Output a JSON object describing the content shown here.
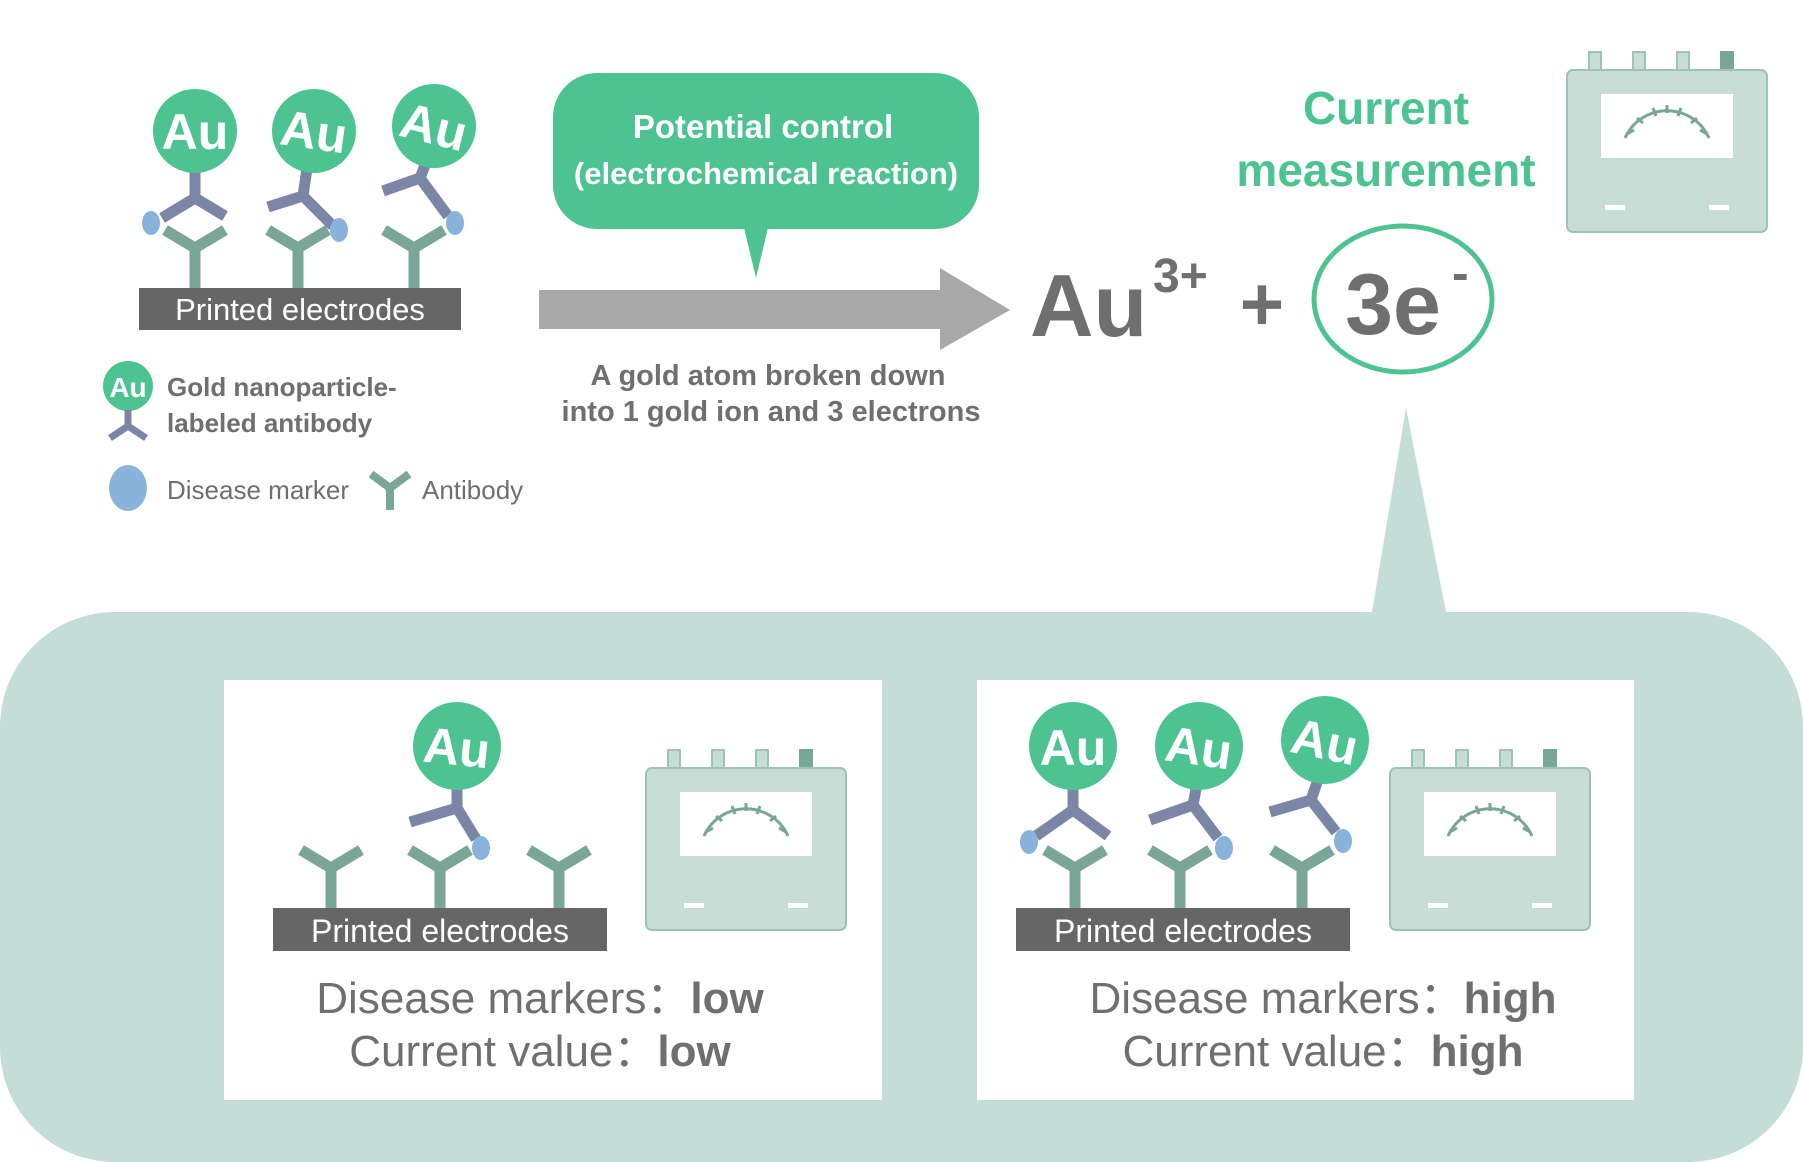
{
  "diagram": {
    "top": {
      "electrode_label": "Printed electrodes",
      "au_labels": [
        "Au",
        "Au",
        "Au"
      ],
      "legend": {
        "au_icon_label": "Au",
        "gold_line1": "Gold nanoparticle-",
        "gold_line2": "labeled antibody",
        "disease_marker": "Disease marker",
        "antibody": "Antibody"
      },
      "bubble": {
        "line1": "Potential control",
        "line2": "(electrochemical reaction)"
      },
      "arrow_caption": {
        "line1": "A gold atom broken down",
        "line2": "into 1 gold ion and 3 electrons"
      },
      "equation": {
        "au": "Au",
        "charge": "3+",
        "plus": "+",
        "electrons": "3e",
        "electron_charge": "-"
      },
      "measurement": {
        "line1": "Current",
        "line2": "measurement"
      }
    },
    "bottom": {
      "low": {
        "electrode_label": "Printed electrodes",
        "au_label": "Au",
        "markers_prefix": "Disease markers",
        "markers_sep": "：",
        "markers_value": "low",
        "current_prefix": "Current value",
        "current_sep": "：",
        "current_value": "low"
      },
      "high": {
        "electrode_label": "Printed electrodes",
        "au_labels": [
          "Au",
          "Au",
          "Au"
        ],
        "markers_prefix": "Disease markers",
        "markers_sep": "：",
        "markers_value": "high",
        "current_prefix": "Current value",
        "current_sep": "：",
        "current_value": "high"
      }
    },
    "colors": {
      "green": "#4dc391",
      "antibody": "#7aa697",
      "labeled_antibody": "#7b86a6",
      "marker": "#88b4dc",
      "electrode": "#666666",
      "panel": "#c4ddd6",
      "meter": "#c8ddd6",
      "arrow": "#a8a8a8",
      "text": "#6f6f6f"
    }
  }
}
